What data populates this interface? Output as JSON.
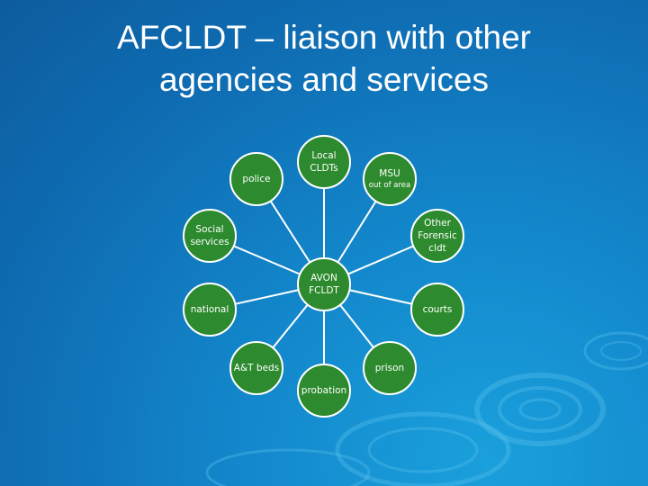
{
  "title": {
    "line1": "AFCLDT – liaison with other",
    "line2": "agencies and services"
  },
  "colors": {
    "background": "#1272c2",
    "node_fill": "#2d8a2e",
    "node_border": "#ffffff",
    "text": "#ffffff"
  },
  "diagram": {
    "center": {
      "lines": [
        "AVON",
        "FCLDT"
      ]
    },
    "nodes": [
      {
        "id": "local-cldts",
        "lines": [
          "Local",
          "CLDTs"
        ]
      },
      {
        "id": "msu",
        "lines": [
          "MSU"
        ],
        "subtext": "out of area"
      },
      {
        "id": "other-forensic-cldt",
        "lines": [
          "Other",
          "Forensic",
          "cldt"
        ]
      },
      {
        "id": "courts",
        "lines": [
          "courts"
        ]
      },
      {
        "id": "prison",
        "lines": [
          "prison"
        ]
      },
      {
        "id": "probation",
        "lines": [
          "probation"
        ]
      },
      {
        "id": "at-beds",
        "lines": [
          "A&T beds"
        ]
      },
      {
        "id": "national",
        "lines": [
          "national"
        ]
      },
      {
        "id": "social-services",
        "lines": [
          "Social",
          "services"
        ]
      },
      {
        "id": "police",
        "lines": [
          "police"
        ]
      }
    ]
  }
}
